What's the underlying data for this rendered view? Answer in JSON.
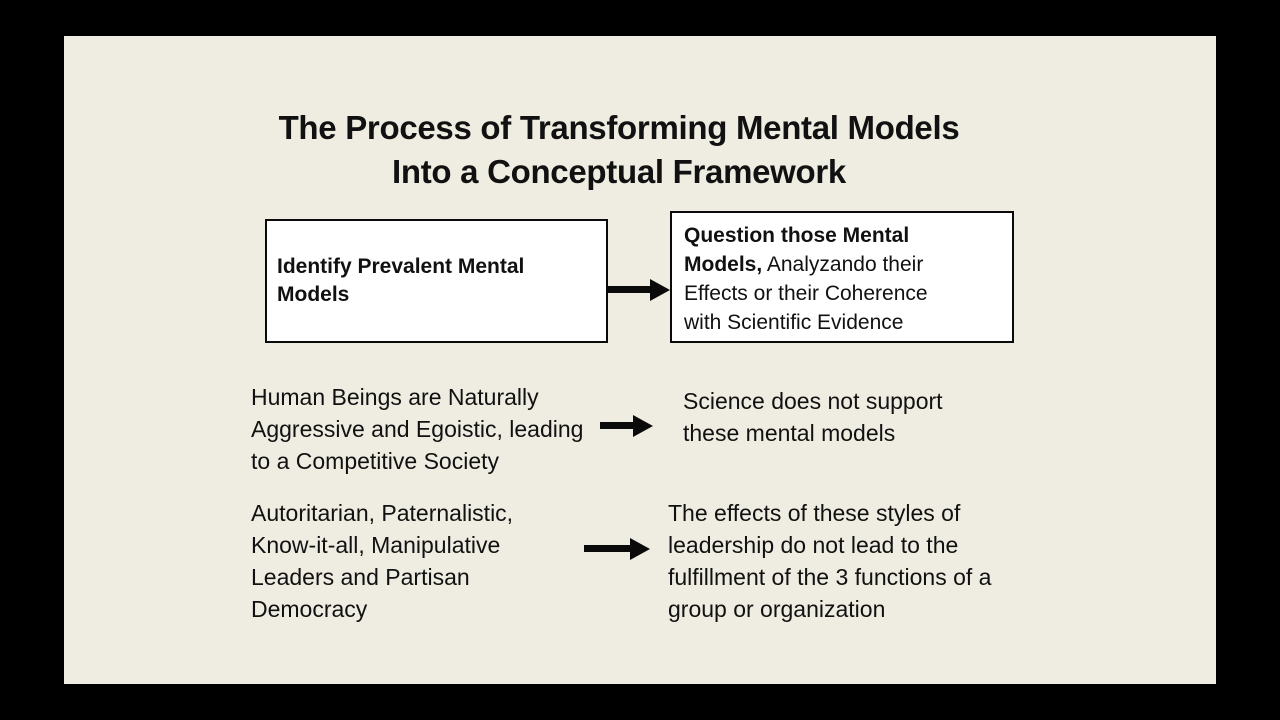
{
  "colors": {
    "frame_bg": "#000000",
    "slide_bg": "#efece1",
    "box_bg": "#ffffff",
    "line_color": "#0a0a0a",
    "text_color": "#111111"
  },
  "icons": {
    "arrow_right": "➔"
  },
  "title": {
    "lines": [
      "The Process of Transforming Mental Models",
      "Into a Conceptual Framework"
    ]
  },
  "box1": {
    "lines": [
      "Identify Prevalent Mental",
      "Models"
    ]
  },
  "box2": {
    "line1_bold": "Question those Mental",
    "line2_bold": "Models,",
    "line2_regular": "Analyzando their",
    "line3": "Effects or their Coherence",
    "line4": "with Scientific Evidence"
  },
  "rows": [
    {
      "left_lines": [
        "Human Beings are Naturally",
        "Aggressive and Egoistic, leading",
        "to a Competitive Society"
      ],
      "right_lines": [
        "Science does not support",
        "these mental models"
      ]
    },
    {
      "left_lines": [
        "Autoritarian, Paternalistic,",
        "Know-it-all, Manipulative",
        "Leaders and Partisan",
        "Democracy"
      ],
      "right_lines": [
        "The effects of these styles of",
        "leadership do not lead to the",
        "fulfillment of the 3 functions of a",
        "group or organization"
      ]
    }
  ]
}
